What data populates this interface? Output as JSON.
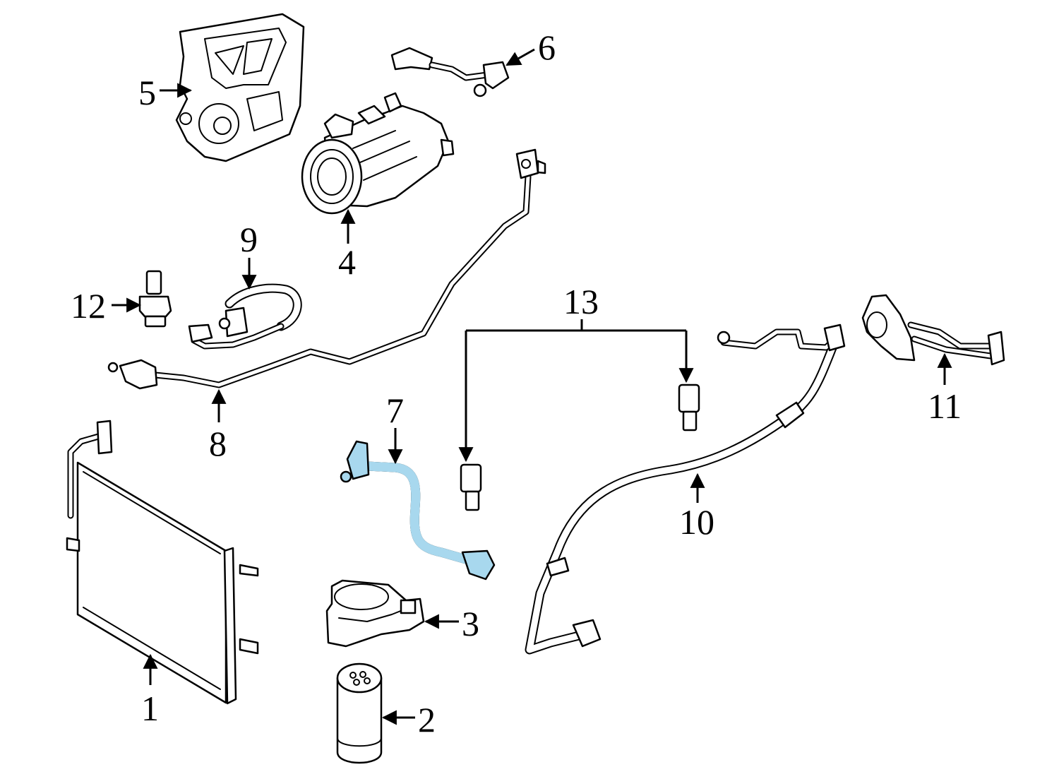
{
  "diagram": {
    "highlight_color": "#a8d8ee",
    "line_color": "#000000",
    "background": "#ffffff",
    "highlighted_part": "7",
    "callouts": [
      {
        "id": "1",
        "label": "1"
      },
      {
        "id": "2",
        "label": "2"
      },
      {
        "id": "3",
        "label": "3"
      },
      {
        "id": "4",
        "label": "4"
      },
      {
        "id": "5",
        "label": "5"
      },
      {
        "id": "6",
        "label": "6"
      },
      {
        "id": "7",
        "label": "7"
      },
      {
        "id": "8",
        "label": "8"
      },
      {
        "id": "9",
        "label": "9"
      },
      {
        "id": "10",
        "label": "10"
      },
      {
        "id": "11",
        "label": "11"
      },
      {
        "id": "12",
        "label": "12"
      },
      {
        "id": "13",
        "label": "13"
      }
    ]
  }
}
